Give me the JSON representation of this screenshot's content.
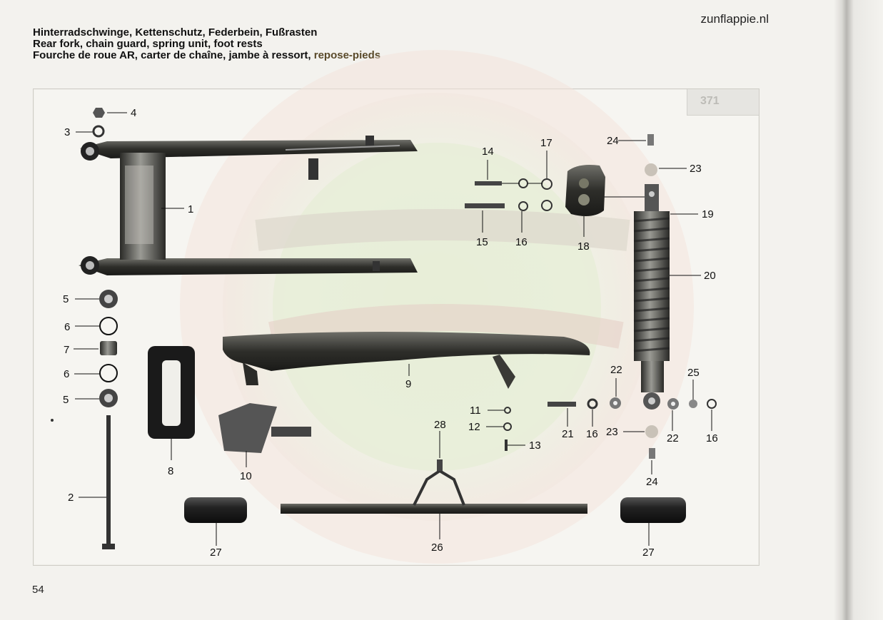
{
  "site_label": "zunflappie.nl",
  "titles": {
    "de": "Hinterradschwinge, Kettenschutz, Federbein, Fußrasten",
    "en": "Rear fork, chain guard, spring unit, foot rests",
    "fr_main": "Fourche de roue AR, carter de chaîne, jambe à ressort,",
    "fr_accent": " repose-pieds"
  },
  "plate_tag": "371",
  "page_number": "54",
  "part_numbers": {
    "p1": "1",
    "p2": "2",
    "p3": "3",
    "p4": "4",
    "p5a": "5",
    "p5b": "5",
    "p6a": "6",
    "p6b": "6",
    "p7": "7",
    "p8": "8",
    "p9": "9",
    "p10": "10",
    "p11": "11",
    "p12": "12",
    "p13": "13",
    "p14": "14",
    "p15": "15",
    "p16a": "16",
    "p16b": "16",
    "p16c": "16",
    "p17": "17",
    "p18": "18",
    "p19": "19",
    "p20": "20",
    "p21": "21",
    "p22a": "22",
    "p22b": "22",
    "p23a": "23",
    "p23b": "23",
    "p24a": "24",
    "p24b": "24",
    "p25": "25",
    "p26": "26",
    "p27a": "27",
    "p27b": "27",
    "p28": "28"
  }
}
